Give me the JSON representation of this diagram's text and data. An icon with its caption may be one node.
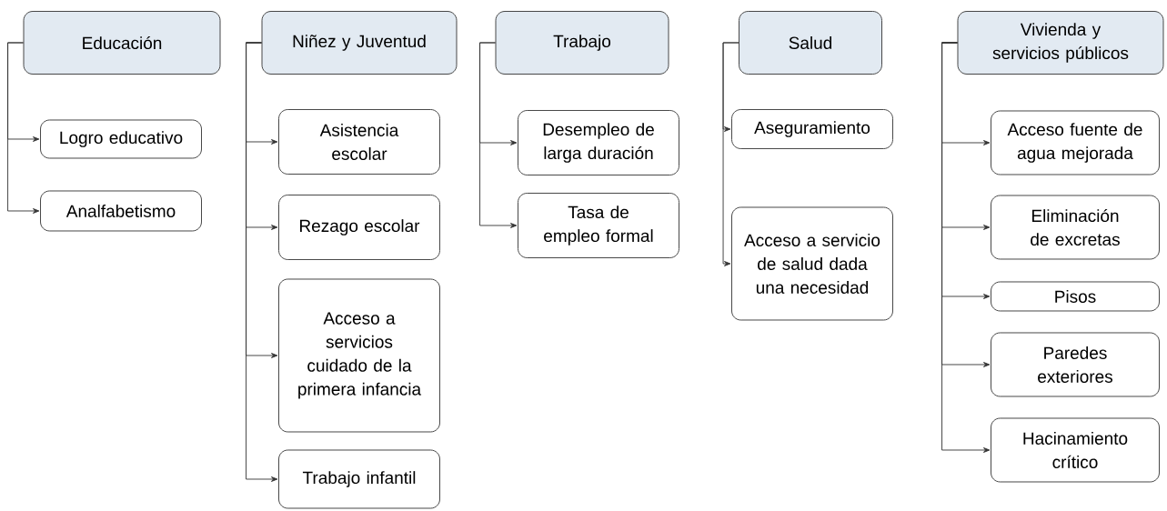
{
  "diagram": {
    "nodes": [
      {
        "text": [
          "Educación"
        ]
      },
      {
        "text": [
          "Logro educativo"
        ]
      },
      {
        "text": [
          "Analfabetismo"
        ]
      },
      {
        "text": [
          "Niñez y Juventud"
        ]
      },
      {
        "text": [
          "Asistencia escolar"
        ]
      },
      {
        "text": [
          "Rezago escolar"
        ]
      },
      {
        "text": [
          "Acceso a servicios cuidado de la primera infancia"
        ]
      },
      {
        "text": [
          "Trabajo infantil"
        ]
      },
      {
        "text": [
          "Trabajo"
        ]
      },
      {
        "text": [
          "Desempleo de larga duración"
        ]
      },
      {
        "text": [
          "Tasa de empleo formal"
        ]
      },
      {
        "text": [
          "Salud"
        ]
      },
      {
        "text": [
          "Aseguramiento"
        ]
      },
      {
        "text": [
          "Acceso a servicio de salud dada una necesidad"
        ]
      },
      {
        "text": [
          "Vivienda y servicios públicos"
        ]
      },
      {
        "text": [
          "Acceso fuente de agua mejorada"
        ]
      },
      {
        "text": [
          "Eliminación de excretas"
        ]
      },
      {
        "text": [
          "Pisos"
        ]
      },
      {
        "text": [
          "Paredes exteriores"
        ]
      },
      {
        "text": [
          "Hacinamiento crítico"
        ]
      }
    ],
    "edges": [
      {
        "from": 0,
        "to": 1,
        "arrow": "to"
      },
      {
        "from": 0,
        "to": 2,
        "arrow": "to"
      },
      {
        "from": 3,
        "to": 4,
        "arrow": "to"
      },
      {
        "from": 3,
        "to": 5,
        "arrow": "to"
      },
      {
        "from": 3,
        "to": 6,
        "arrow": "to"
      },
      {
        "from": 3,
        "to": 7,
        "arrow": "to"
      },
      {
        "from": 8,
        "to": 9,
        "arrow": "to"
      },
      {
        "from": 8,
        "to": 10,
        "arrow": "to"
      },
      {
        "from": 11,
        "to": 12,
        "arrow": "to"
      },
      {
        "from": 11,
        "to": 13,
        "arrow": "to"
      },
      {
        "from": 14,
        "to": 15,
        "arrow": "to"
      },
      {
        "from": 14,
        "to": 16,
        "arrow": "to"
      },
      {
        "from": 14,
        "to": 17,
        "arrow": "to"
      },
      {
        "from": 14,
        "to": 18,
        "arrow": "to"
      },
      {
        "from": 14,
        "to": 19,
        "arrow": "to"
      }
    ]
  }
}
